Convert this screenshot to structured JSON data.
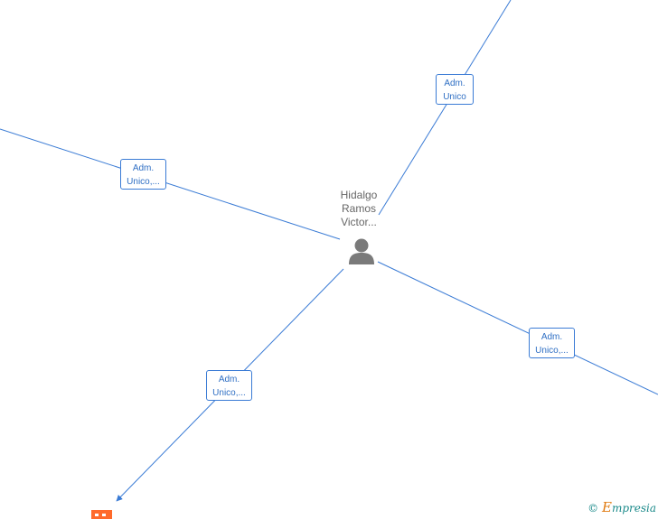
{
  "center_node": {
    "line1": "Hidalgo",
    "line2": "Ramos",
    "line3": "Victor..."
  },
  "edges": [
    {
      "l1": "Adm.",
      "l2": "Unico"
    },
    {
      "l1": "Adm.",
      "l2": "Unico,..."
    },
    {
      "l1": "Adm.",
      "l2": "Unico,..."
    },
    {
      "l1": "Adm.",
      "l2": "Unico,..."
    }
  ],
  "watermark": {
    "copyright": "©",
    "e": "E",
    "rest": "mpresia"
  },
  "colors": {
    "edge": "#3a7bd5",
    "person": "#7a7a7a",
    "company": "#ff6a2b"
  }
}
